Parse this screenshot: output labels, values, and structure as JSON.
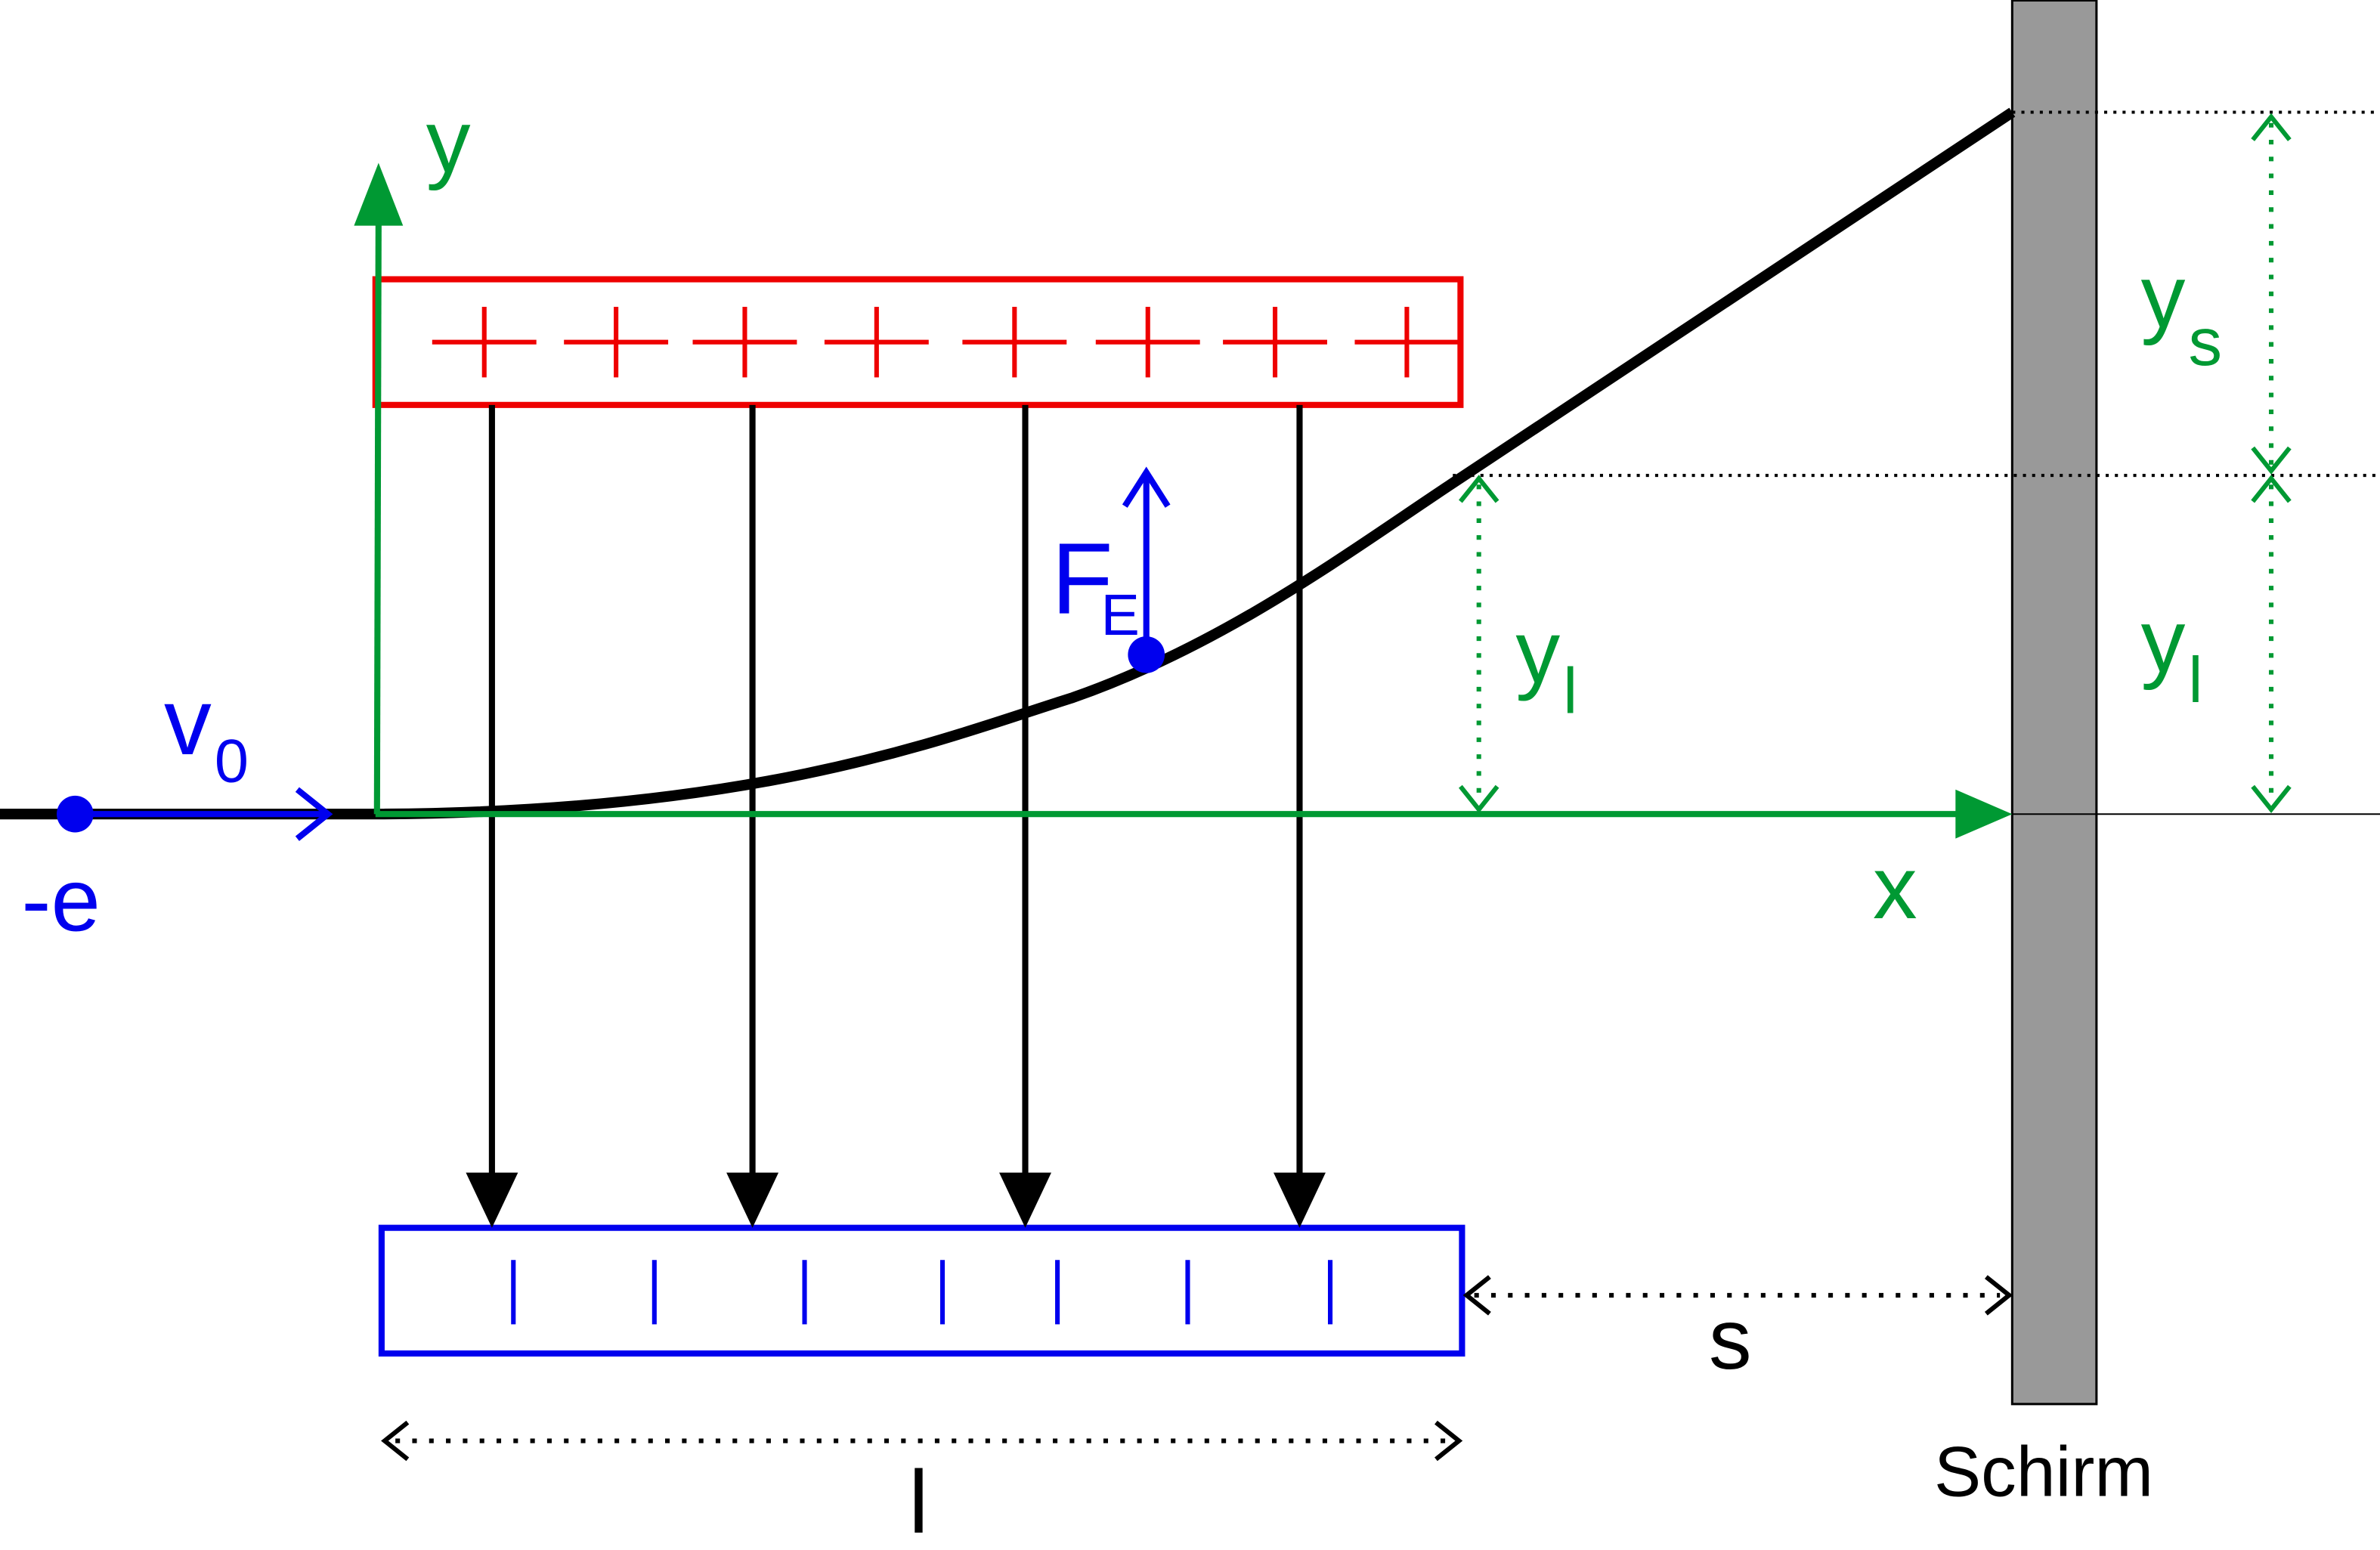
{
  "labels": {
    "y_axis": "y",
    "x_axis": "x",
    "velocity_main": "v",
    "velocity_sub": "0",
    "charge": "-e",
    "force_main": "F",
    "force_sub": "E",
    "yl_plate_main": "y",
    "yl_plate_sub": "l",
    "ys_main": "y",
    "ys_sub": "s",
    "yl_screen_main": "y",
    "yl_screen_sub": "l",
    "distance_s": "s",
    "length_l": "l",
    "screen": "Schirm"
  },
  "plates": {
    "top_symbol": "+",
    "top_count": 8,
    "bottom_symbol": "|",
    "bottom_count": 7
  },
  "field_lines": {
    "count": 4
  },
  "colors": {
    "axis": "#009933",
    "electron": "#0000ee",
    "top_plate": "#ee0000",
    "bottom_plate": "#0000ee",
    "trajectory": "#000000",
    "screen": "#999999"
  }
}
